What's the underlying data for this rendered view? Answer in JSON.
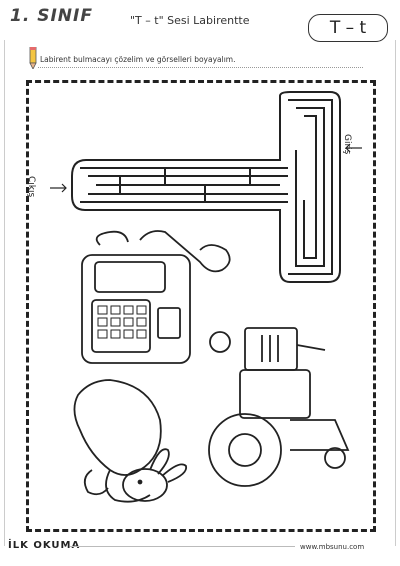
{
  "header": {
    "logo": "1. SINIF",
    "title": "\"T – t\" Sesi Labirentte",
    "letter_box": "T – t"
  },
  "instruction": "Labirent bulmacayı çözelim ve görselleri boyayalım.",
  "maze": {
    "entry_label": "Giriş",
    "exit_label": "Çıkış"
  },
  "footer": {
    "left": "İLK OKUMA",
    "right": "www.mbsunu.com"
  },
  "pictures": [
    "telephone",
    "tractor",
    "rabbit"
  ]
}
